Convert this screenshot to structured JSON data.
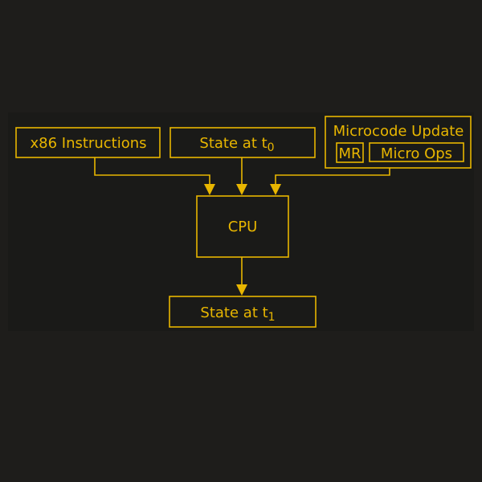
{
  "colors": {
    "accent": "#e8b600",
    "background": "#1e1d1b"
  },
  "nodes": {
    "x86": {
      "label": "x86 Instructions"
    },
    "state_t0": {
      "label": "State at t",
      "sub": "0"
    },
    "microcode": {
      "label": "Microcode Update",
      "mr": "MR",
      "micro_ops": "Micro Ops"
    },
    "cpu": {
      "label": "CPU"
    },
    "state_t1": {
      "label": "State at t",
      "sub": "1"
    }
  }
}
